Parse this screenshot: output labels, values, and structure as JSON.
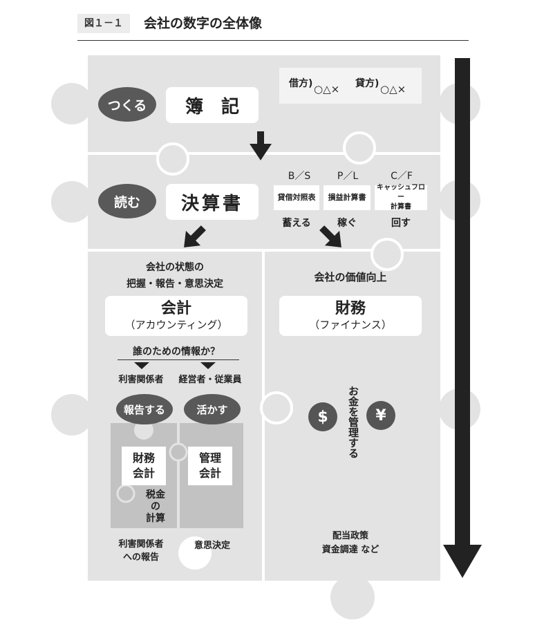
{
  "header": {
    "figure_label": "図１－１",
    "title": "会社の数字の全体像"
  },
  "row_make": {
    "verb": "つくる",
    "main": "簿　記",
    "debit": "借方)",
    "debit_marks": "○△×",
    "credit": "貸方)",
    "credit_marks": "○△×"
  },
  "row_read": {
    "verb": "読む",
    "main": "決算書",
    "statements": [
      {
        "abbr": "B／S",
        "name": "貸借対照表",
        "verb": "蓄える"
      },
      {
        "abbr": "P／L",
        "name": "損益計算書",
        "verb": "稼ぐ"
      },
      {
        "abbr": "C／F",
        "name": "キャッシュフロー\n計算書",
        "verb": "回す"
      }
    ]
  },
  "accounting": {
    "purpose_line1": "会社の状態の",
    "purpose_line2": "把握・報告・意思決定",
    "title": "会計",
    "subtitle": "（アカウンティング）",
    "question": "誰のための情報か？",
    "audience_left": "利害関係者",
    "audience_right": "経営者・従業員",
    "action_left": "報告する",
    "action_right": "活かす",
    "financial_accounting": "財務\n会計",
    "management_accounting": "管理\n会計",
    "tax": "税金\nの\n計算",
    "footer_left": "利害関係者\nへの報告",
    "footer_right": "意思決定"
  },
  "finance": {
    "purpose": "会社の価値向上",
    "title": "財務",
    "subtitle": "（ファイナンス）",
    "coin_dollar": "$",
    "coin_yen": "¥",
    "vertical_text": "お金を管理する",
    "footer": "配当政策\n資金調達 など"
  }
}
